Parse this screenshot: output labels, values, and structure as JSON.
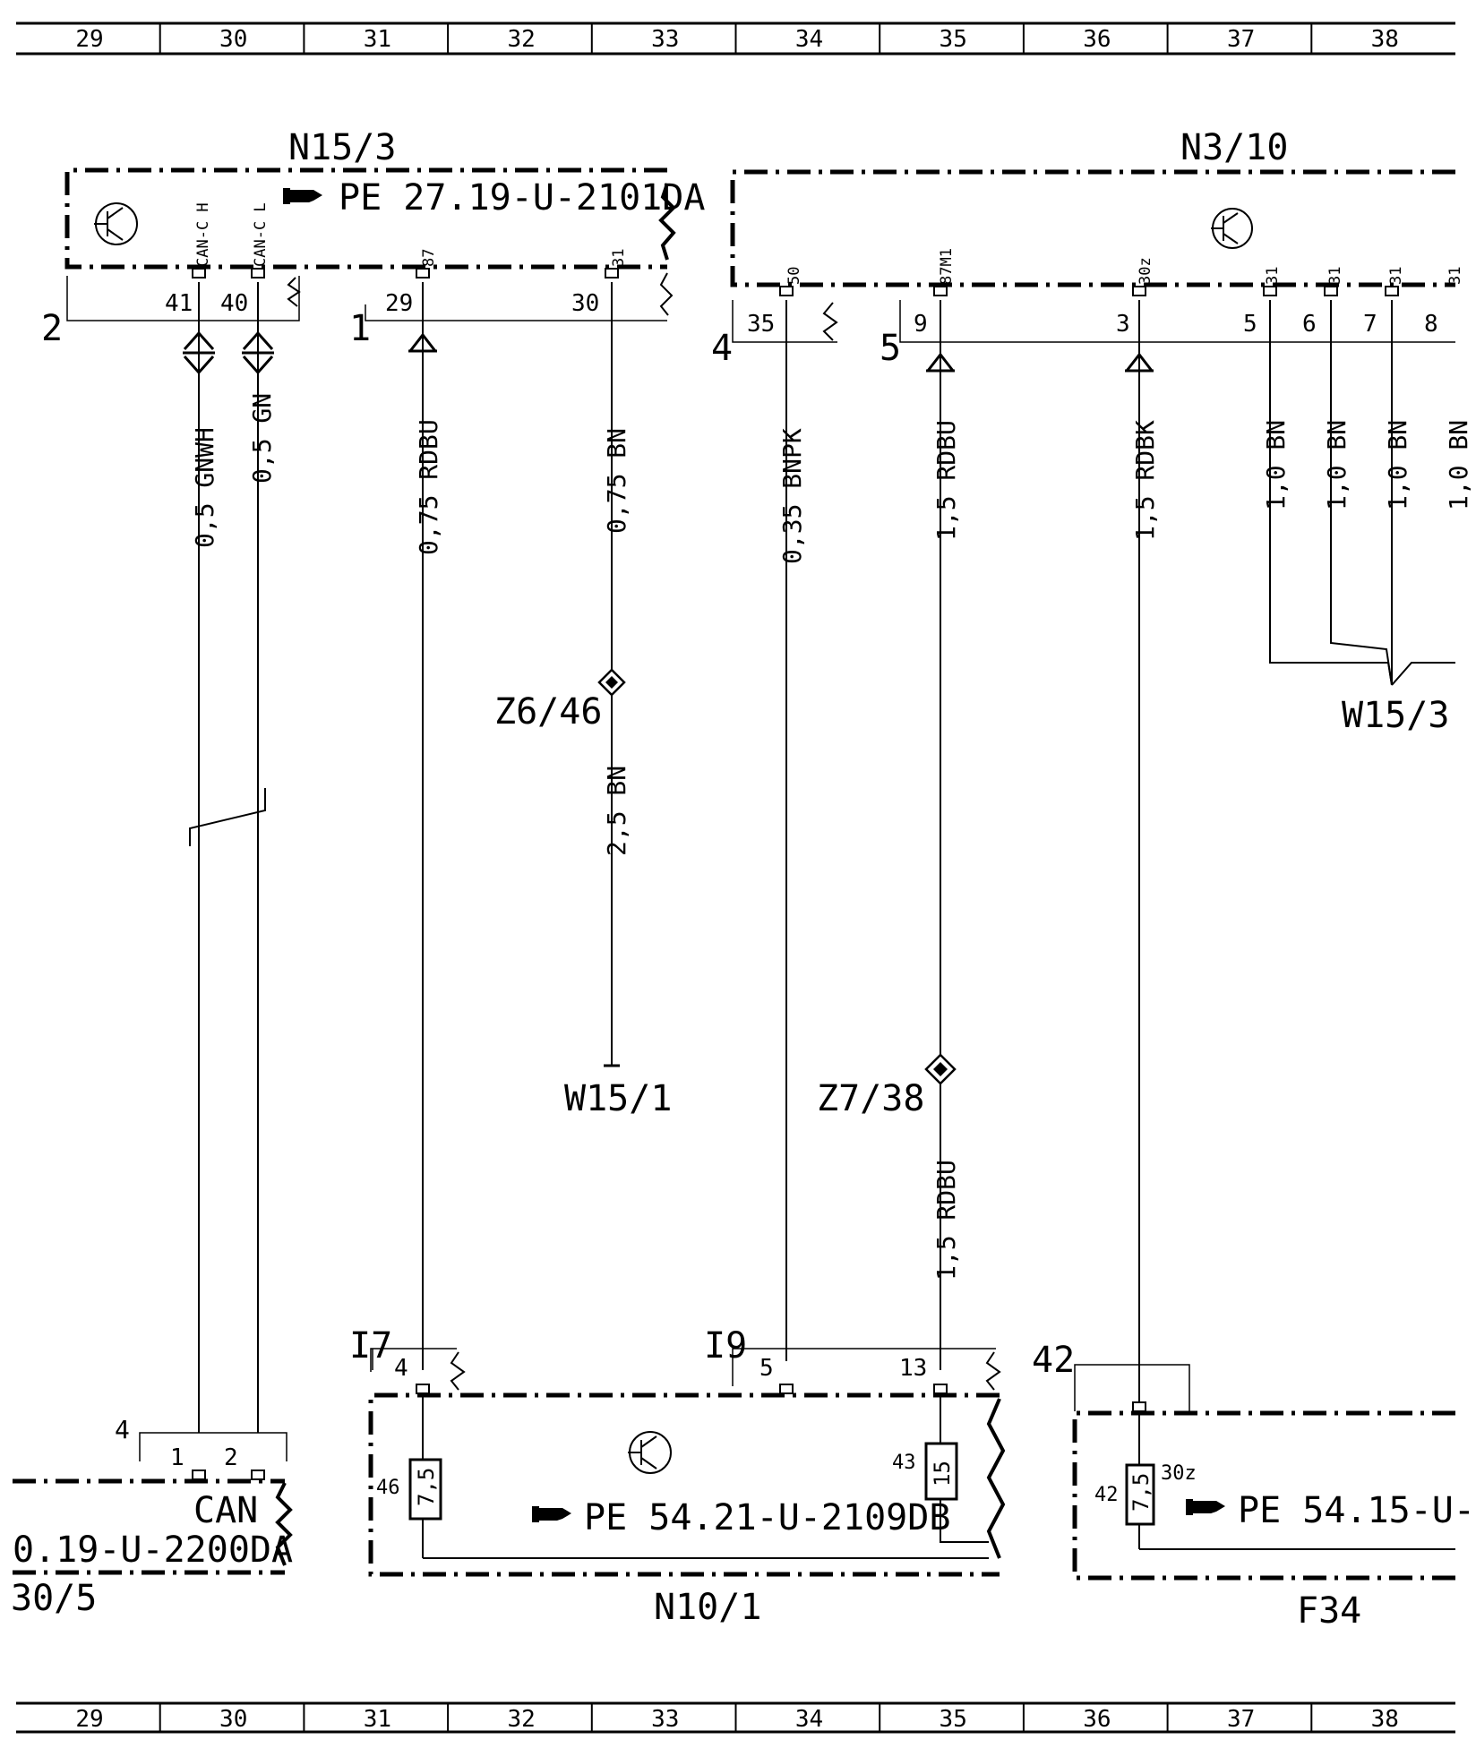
{
  "grid": {
    "columns": [
      "29",
      "30",
      "31",
      "32",
      "33",
      "34",
      "35",
      "36",
      "37",
      "38"
    ]
  },
  "components": {
    "n15_3": {
      "name": "N15/3",
      "ref": "PE 27.19-U-2101DA",
      "pins": {
        "can_h": "CAN-C H",
        "can_l": "CAN-C L",
        "p87": "87",
        "p31": "31"
      },
      "contacts": {
        "c41": "41",
        "c40": "40",
        "c29": "29",
        "c30": "30"
      },
      "connectors": {
        "k2": "2",
        "k1": "1"
      }
    },
    "n3_10": {
      "name": "N3/10",
      "pins": {
        "p50": "50",
        "p87m1": "87M1",
        "p30z": "30z",
        "p31a": "31",
        "p31b": "31",
        "p31c": "31",
        "p31d": "31"
      },
      "contacts": {
        "c35": "35",
        "c9": "9",
        "c3": "3",
        "c5": "5",
        "c6": "6",
        "c7": "7",
        "c8": "8"
      },
      "connectors": {
        "k4": "4",
        "k5": "5"
      }
    },
    "can": {
      "name": "CAN",
      "ref": "0.19-U-2200DA",
      "id": "30/5",
      "contacts": {
        "c1": "1",
        "c2": "2"
      },
      "connector": "4"
    },
    "n10_1": {
      "name": "N10/1",
      "ref": "PE 54.21-U-2109DB",
      "contacts": {
        "c4": "4",
        "c5": "5",
        "c13": "13"
      },
      "connectors": {
        "i7": "I7",
        "i9": "I9"
      },
      "fuses": {
        "f46": {
          "num": "46",
          "val": "7,5"
        },
        "f43": {
          "num": "43",
          "val": "15"
        }
      }
    },
    "f34": {
      "name": "F34",
      "ref": "PE 54.15-U-",
      "connector": "42",
      "pin": "30z",
      "fuse": {
        "num": "42",
        "val": "7,5"
      }
    }
  },
  "splices": {
    "z6_46": "Z6/46",
    "z7_38": "Z7/38"
  },
  "grounds": {
    "w15_1": "W15/1",
    "w15_3": "W15/3"
  },
  "wires": {
    "w_gnwh": "0,5 GNWH",
    "w_gn": "0,5 GN",
    "w_rdbu_075": "0,75 RDBU",
    "w_bn_075": "0,75 BN",
    "w_bn_25": "2,5 BN",
    "w_bnpk": "0,35 BNPK",
    "w_rdbu_15a": "1,5 RDBU",
    "w_rdbu_15b": "1,5 RDBU",
    "w_rdbk": "1,5 RDBK",
    "w_bn_1a": "1,0 BN",
    "w_bn_1b": "1,0 BN",
    "w_bn_1c": "1,0 BN",
    "w_bn_1d": "1,0 BN"
  }
}
